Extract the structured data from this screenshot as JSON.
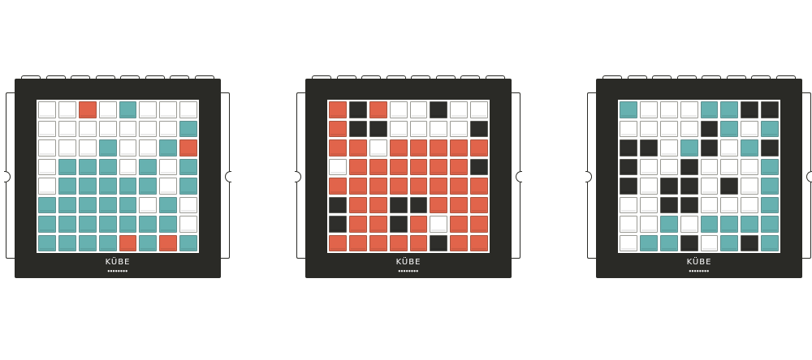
{
  "brand": "KÜBE",
  "brand_dots": "●●●●●●●●",
  "colors": {
    "frame": "#2a2a26",
    "teal": "#67b1b0",
    "red": "#e1644b",
    "dark": "#2e2e2b",
    "empty": "#ffffff"
  },
  "boards": [
    {
      "name": "board-1",
      "rows": [
        "..R.T...",
        ".......T",
        "...T..TR",
        ".TTT.T.T",
        ".TTTTT.T",
        "TTTTT.T.",
        "TTTTTTT.",
        "TTTTRTRT"
      ]
    },
    {
      "name": "board-2",
      "rows": [
        "RDR..D..",
        "RDD....D",
        "RR.RRRRR",
        ".RRRRRRD",
        "RRRRRRRR",
        "DRRDDRRR",
        "DRRDR.RR",
        "RRRRRDRR"
      ]
    },
    {
      "name": "board-3",
      "rows": [
        "T...TTDD",
        "....DT.T",
        "DD.TD.TD",
        "D..D...T",
        "D.DD.D.T",
        "..DD...T",
        "..T.TTTT",
        ".TTD.TDT"
      ]
    }
  ]
}
